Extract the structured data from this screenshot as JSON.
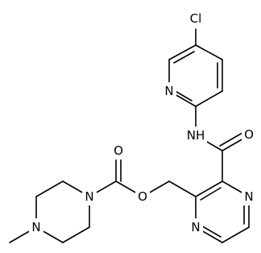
{
  "atoms": {
    "cl": "Cl",
    "n_pyridine": "N",
    "nh": "NH",
    "o_amide": "O",
    "o_carbonyl": "O",
    "o_ester": "O",
    "n_pip_1": "N",
    "n_pip_4": "N",
    "n_pyrazine_a": "N",
    "n_pyrazine_b": "N"
  },
  "colors": {
    "bond": "#000000",
    "background": "#ffffff"
  }
}
